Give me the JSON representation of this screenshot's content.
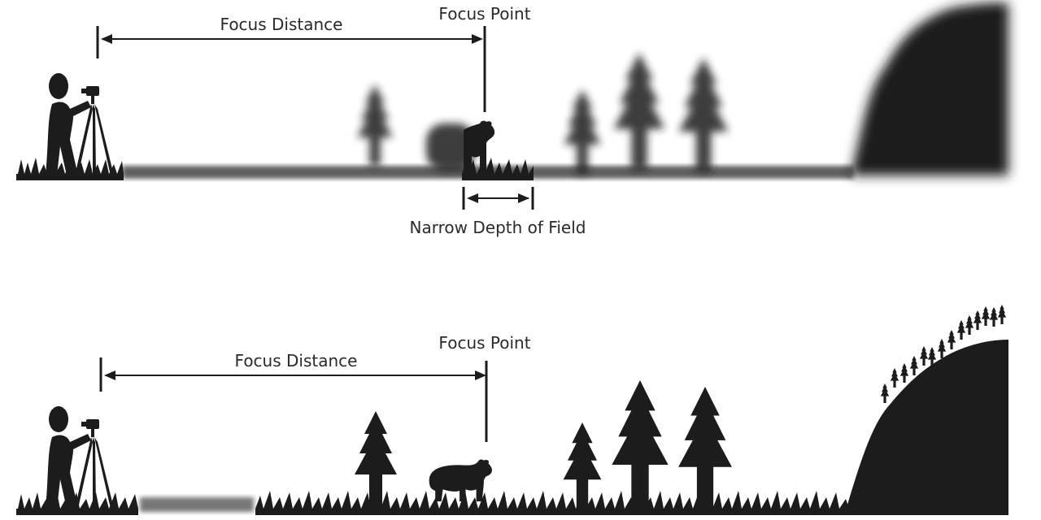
{
  "top_panel": {
    "focus_distance_label": "Focus Distance",
    "focus_point_label": "Focus Point",
    "depth_of_field_label": "Narrow Depth of Field"
  },
  "bottom_panel": {
    "focus_distance_label": "Focus Distance",
    "focus_point_label": "Focus Point"
  },
  "colors": {
    "silhouette": "#1c1c1c",
    "text": "#2a2a2a",
    "background": "#ffffff"
  }
}
